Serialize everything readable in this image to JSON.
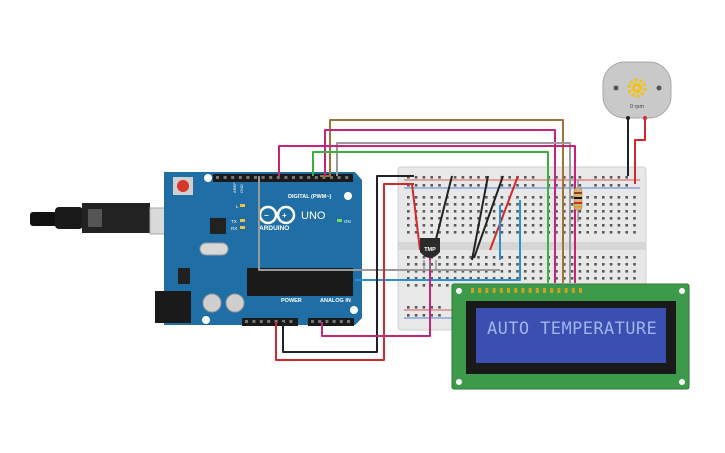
{
  "arduino": {
    "model_label": "UNO",
    "brand_label": "ARDUINO",
    "digital_label": "DIGITAL (PWM~)",
    "power_label": "POWER",
    "analog_label": "ANALOG IN",
    "on_label": "ON",
    "tx_label": "TX",
    "rx_label": "RX",
    "l_label": "L",
    "aref_label": "AREF",
    "gnd_label": "GND"
  },
  "sensor": {
    "label": "TMP"
  },
  "motor": {
    "rpm_label": "0 rpm"
  },
  "lcd": {
    "display_text": "AUTO TEMPERATURE"
  },
  "colors": {
    "board_blue": "#1f6fa6",
    "breadboard": "#e8e8e8",
    "lcd_pcb": "#3c9a4a",
    "lcd_screen": "#3b4fb0",
    "lcd_text": "#9fb4f0",
    "wire_pink": "#c8237a",
    "wire_brown": "#a5713a",
    "wire_green": "#3fae3f",
    "wire_grey": "#9a9a9a",
    "wire_red": "#d22a2a",
    "wire_black": "#222222",
    "wire_blue": "#2a8fd4",
    "gear": "#f4c20d"
  }
}
